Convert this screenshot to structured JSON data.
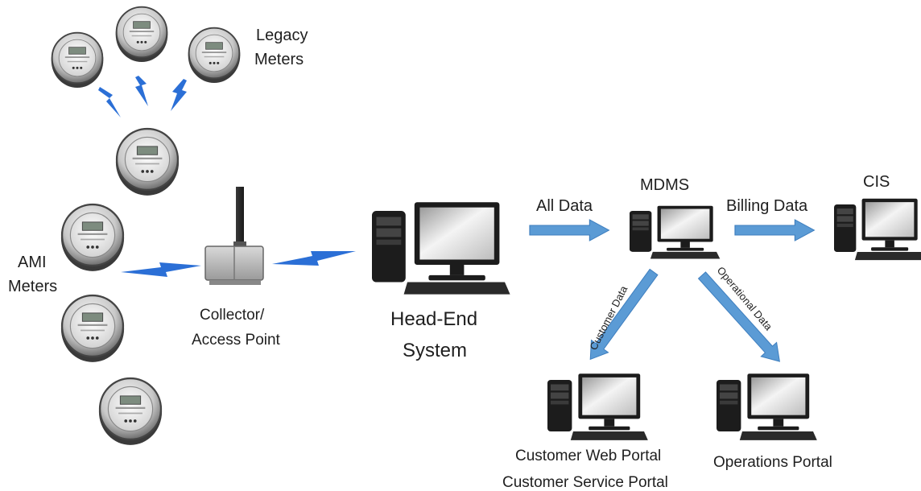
{
  "labels": {
    "legacy_meters_line1": "Legacy",
    "legacy_meters_line2": "Meters",
    "ami_meters_line1": "AMI",
    "ami_meters_line2": "Meters",
    "collector_line1": "Collector/",
    "collector_line2": "Access Point",
    "head_end_line1": "Head-End",
    "head_end_line2": "System",
    "mdms": "MDMS",
    "cis": "CIS",
    "customer_web_portal": "Customer Web Portal",
    "customer_service_portal": "Customer Service Portal",
    "operations_portal": "Operations Portal"
  },
  "flows": {
    "all_data": "All Data",
    "billing_data": "Billing Data",
    "customer_data": "Customer Data",
    "operational_data": "Operational Data"
  },
  "icons": {
    "meter": "electric-meter-icon",
    "computer": "desktop-computer-icon",
    "collector": "collector-access-point-icon",
    "wireless": "lightning-bolt-icon"
  },
  "colors": {
    "arrow_blue": "#5b9bd5",
    "lightning_blue": "#2b6fd6"
  }
}
